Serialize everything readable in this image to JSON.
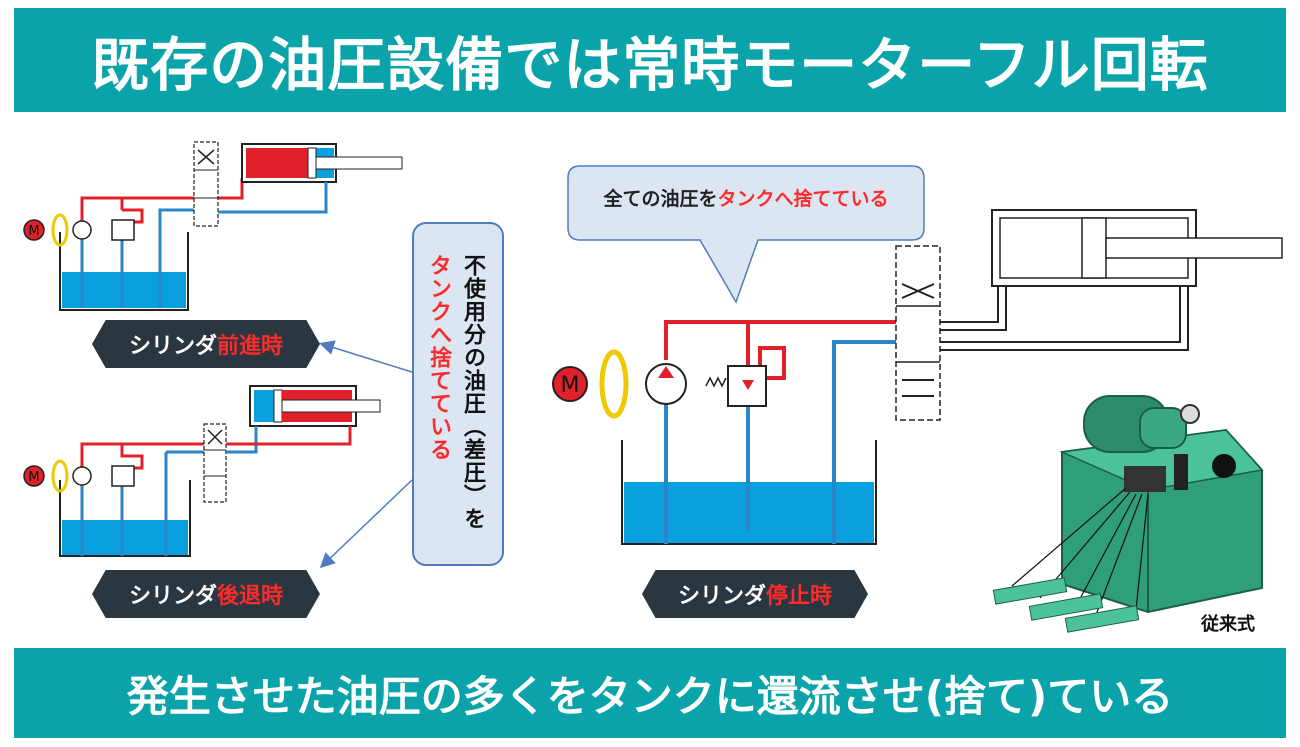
{
  "header": {
    "title": "既存の油圧設備では常時モーターフル回転"
  },
  "footer": {
    "text": "発生させた油圧の多くをタンクに還流させ(捨て)ている"
  },
  "labels": {
    "forward_prefix": "シリンダ",
    "forward_highlight": "前進時",
    "backward_prefix": "シリンダ",
    "backward_highlight": "後退時",
    "stop_prefix": "シリンダ",
    "stop_highlight": "停止時"
  },
  "callout": {
    "col1": "不使用分の油圧（差圧）を",
    "col2": "タンクへ捨てている"
  },
  "bubble": {
    "prefix": "全ての油圧を",
    "highlight": "タンクへ捨てている"
  },
  "motor": {
    "letter": "M"
  },
  "caption": {
    "text": "従来式"
  },
  "colors": {
    "banner": "#0aa3aa",
    "pressure": "#e0202a",
    "return": "#2a86c8",
    "tank": "#0aa0e0",
    "label_bg": "#2b3740"
  }
}
